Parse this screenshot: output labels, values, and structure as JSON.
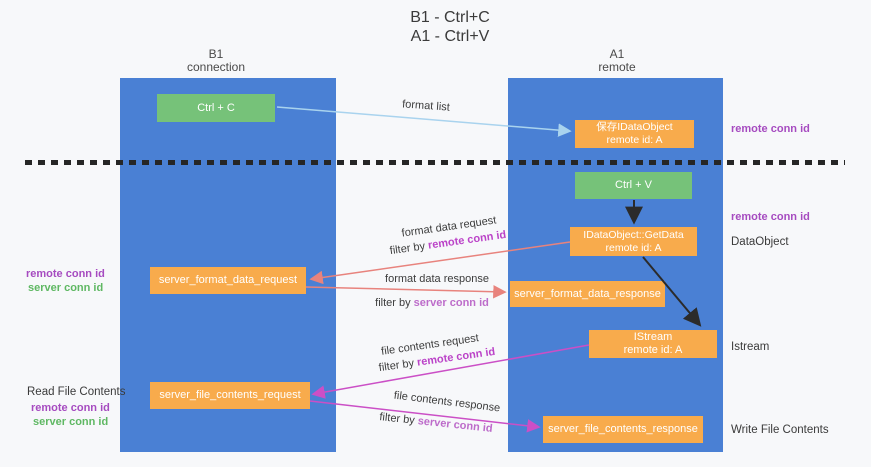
{
  "title": {
    "line1": "B1 - Ctrl+C",
    "line2": "A1 - Ctrl+V"
  },
  "lifelines": {
    "left": {
      "name": "B1",
      "role": "connection"
    },
    "right": {
      "name": "A1",
      "role": "remote"
    }
  },
  "boxes": {
    "ctrl_c": {
      "label": "Ctrl + C"
    },
    "save_idataobject": {
      "line1": "保存IDataObject",
      "line2": "remote id: A"
    },
    "ctrl_v": {
      "label": "Ctrl + V"
    },
    "idataobject_getdata": {
      "line1": "IDataObject::GetData",
      "line2": "remote id: A"
    },
    "server_format_data_request": {
      "label": "server_format_data_request"
    },
    "server_format_data_response": {
      "label": "server_format_data_response"
    },
    "istream": {
      "line1": "IStream",
      "line2": "remote id: A"
    },
    "server_file_contents_request": {
      "label": "server_file_contents_request"
    },
    "server_file_contents_response": {
      "label": "server_file_contents_response"
    }
  },
  "side_labels": {
    "right_remote_conn_top": "remote conn id",
    "right_remote_conn_mid": "remote conn id",
    "right_dataobject": "DataObject",
    "right_istream": "Istream",
    "right_write_file": "Write File Contents",
    "left_remote_conn_top": "remote conn id",
    "left_server_conn_top": "server conn id",
    "left_read_file": "Read File Contents",
    "left_remote_conn_bottom": "remote conn id",
    "left_server_conn_bottom": "server conn id"
  },
  "flow_labels": {
    "format_list": "format list",
    "format_data_request": "format data request",
    "format_data_response": "format data response",
    "file_contents_request": "file contents request",
    "file_contents_response": "file contents response",
    "filter_by": "filter by ",
    "remote_conn_id": "remote conn id",
    "server_conn_id": "server conn id"
  },
  "colors": {
    "lifeline_blue": "#4a80d4",
    "box_orange": "#f8ab4c",
    "box_green": "#76c279",
    "arrow_lightblue": "#a9d3ee",
    "arrow_salmon": "#e8837d",
    "arrow_magenta": "#cb4fc6",
    "arrow_black": "#2b2b2b",
    "remote_conn_purple": "#a64bc0",
    "server_conn_green": "#5fb863",
    "server_conn_orchid": "#bd6cca"
  }
}
